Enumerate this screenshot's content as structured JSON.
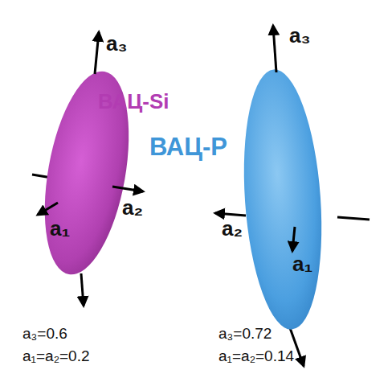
{
  "diagram": {
    "labels": [
      "a₃",
      "ВАЦ-Si",
      "a₂",
      "a₁",
      "ВАЦ-P",
      "a₃",
      "a₂",
      "a₁",
      "a₃=0.6",
      "a₁=a₂=0.2",
      "a₃=0.72",
      "a₁=a₂=0.14"
    ]
  }
}
